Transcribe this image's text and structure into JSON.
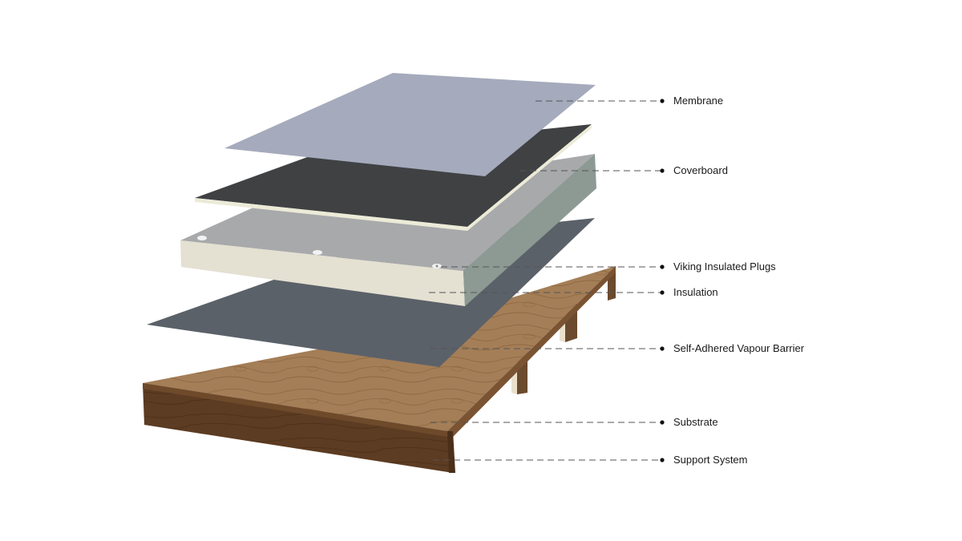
{
  "diagram": {
    "layers": [
      {
        "key": "membrane",
        "label": "Membrane",
        "color": "#a5aabc"
      },
      {
        "key": "coverboard",
        "label": "Coverboard",
        "color": "#3f4143"
      },
      {
        "key": "plugs",
        "label": "Viking Insulated Plugs",
        "color": "#f2f2f2"
      },
      {
        "key": "insulation",
        "label": "Insulation",
        "color": "#e4e0d2"
      },
      {
        "key": "vapour_barrier",
        "label": "Self-Adhered Vapour Barrier",
        "color": "#5b6169"
      },
      {
        "key": "substrate",
        "label": "Substrate",
        "color": "#a47e57"
      },
      {
        "key": "support",
        "label": "Support System",
        "color": "#5c3c22"
      }
    ]
  }
}
